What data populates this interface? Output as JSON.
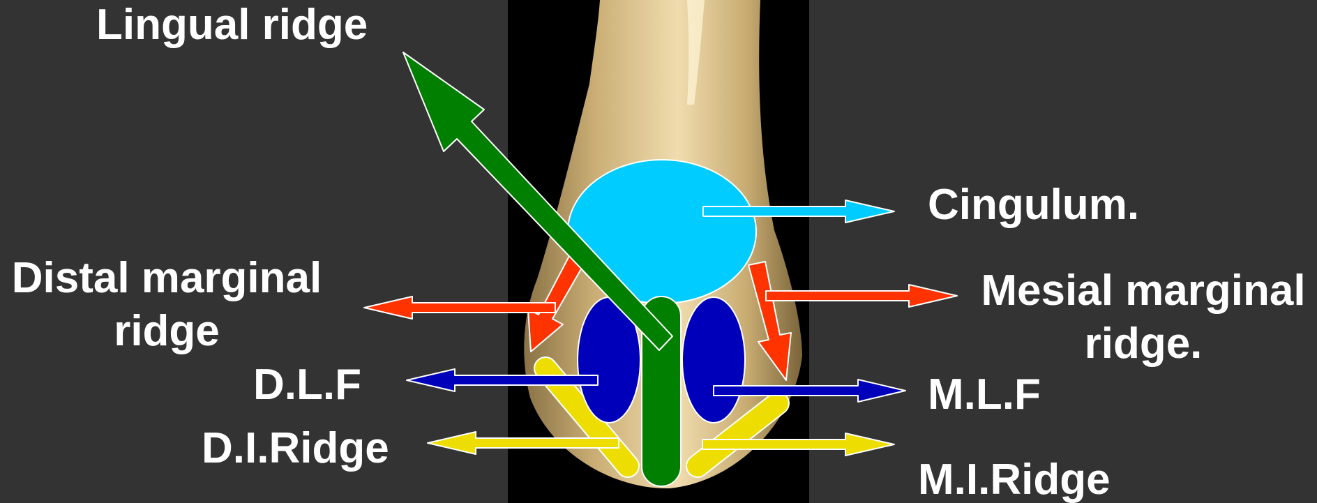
{
  "labels": {
    "lingual_ridge": "Lingual ridge",
    "cingulum": "Cingulum.",
    "distal_marginal_ridge_line1": "Distal marginal",
    "distal_marginal_ridge_line2": "ridge",
    "mesial_marginal_ridge_line1": "Mesial marginal",
    "mesial_marginal_ridge_line2": "ridge.",
    "dlf": "D.L.F",
    "mlf": "M.L.F",
    "di_ridge": "D.I.Ridge",
    "mi_ridge": "M.I.Ridge"
  },
  "colors": {
    "background": "#333333",
    "photo_background": "#000000",
    "tooth": "#d8c08a",
    "text": "#ffffff",
    "lingual_ridge": "#007f00",
    "cingulum": "#00ccff",
    "marginal_ridge": "#ff3300",
    "lingual_fossa": "#0000bb",
    "incisal_ridge": "#eedd00"
  }
}
